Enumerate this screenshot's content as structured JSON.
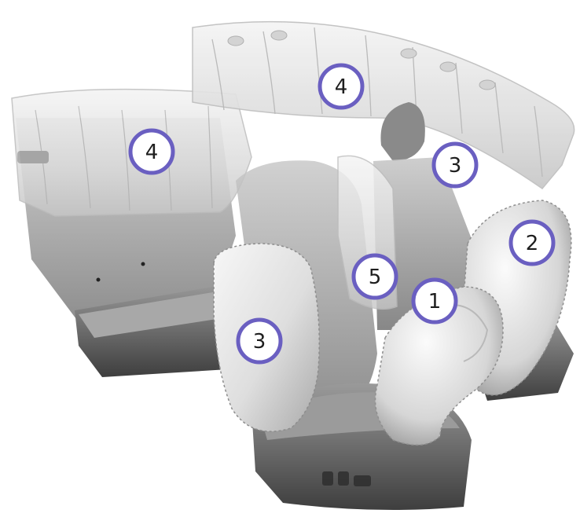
{
  "diagram": {
    "subject": "vehicle-interior-airbag-locations",
    "palette": {
      "airbag_light": "#eeeeee",
      "airbag_mid": "#d2d2d2",
      "airbag_shade": "#a9a9a9",
      "seat_dark": "#4a4a4a",
      "seat_mid": "#7b7b7b",
      "callout_ring": "#6a5fc1",
      "callout_fill": "#ffffff",
      "callout_text": "#1e1e1e"
    },
    "callouts": [
      {
        "id": "c4-top",
        "label": "4"
      },
      {
        "id": "c4-left",
        "label": "4"
      },
      {
        "id": "c3-right",
        "label": "3"
      },
      {
        "id": "c2",
        "label": "2"
      },
      {
        "id": "c5",
        "label": "5"
      },
      {
        "id": "c1",
        "label": "1"
      },
      {
        "id": "c3-front",
        "label": "3"
      }
    ]
  }
}
